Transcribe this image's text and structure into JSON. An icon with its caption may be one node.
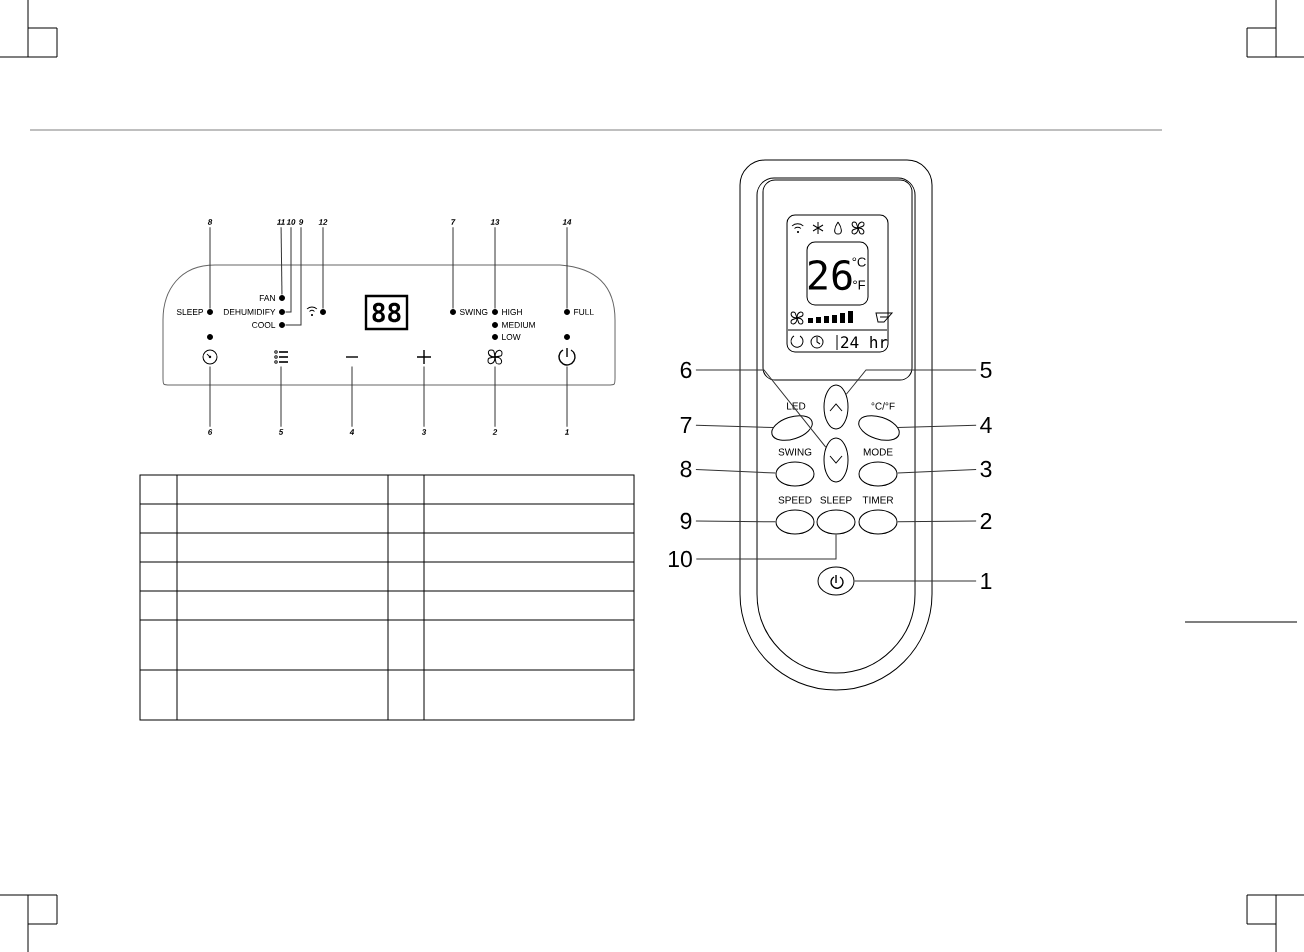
{
  "diagram": {
    "nodes": [
      {
        "text": [
          "8"
        ]
      },
      {
        "text": [
          "11"
        ]
      },
      {
        "text": [
          "10"
        ]
      },
      {
        "text": [
          "9"
        ]
      },
      {
        "text": [
          "12"
        ]
      },
      {
        "text": [
          "7"
        ]
      },
      {
        "text": [
          "13"
        ]
      },
      {
        "text": [
          "14"
        ]
      },
      {
        "text": [],
        "shape": "circle",
        "beside": [
          "SLEEP"
        ]
      },
      {
        "text": [],
        "shape": "circle",
        "beside": [
          "FAN"
        ]
      },
      {
        "text": [],
        "shape": "circle",
        "beside": [
          "DEHUMIDIFY"
        ]
      },
      {
        "text": [],
        "shape": "circle",
        "beside": [
          "COOL"
        ]
      },
      {
        "text": [],
        "shape": "circle"
      },
      {
        "text": [],
        "shape": "circle",
        "beside": [
          "SWING"
        ]
      },
      {
        "text": [],
        "shape": "circle",
        "beside": [
          "HIGH"
        ]
      },
      {
        "text": [],
        "shape": "circle",
        "beside": [
          "MEDIUM"
        ]
      },
      {
        "text": [],
        "shape": "circle",
        "beside": [
          "LOW"
        ]
      },
      {
        "text": [],
        "shape": "circle",
        "beside": [
          "FULL"
        ]
      },
      {
        "text": [],
        "shape": "circle"
      },
      {
        "text": [],
        "shape": "circle"
      },
      {
        "text": [],
        "shape": "icon"
      },
      {
        "text": [],
        "shape": "icon"
      },
      {
        "text": [],
        "shape": "icon"
      },
      {
        "text": [],
        "shape": "icon"
      },
      {
        "text": [],
        "shape": "icon"
      },
      {
        "text": [],
        "shape": "icon"
      },
      {
        "text": [
          "6"
        ]
      },
      {
        "text": [
          "5"
        ]
      },
      {
        "text": [
          "4"
        ]
      },
      {
        "text": [
          "3"
        ]
      },
      {
        "text": [
          "2"
        ]
      },
      {
        "text": [
          "1"
        ]
      },
      {
        "text": [
          "6"
        ]
      },
      {
        "text": [
          "5"
        ]
      },
      {
        "text": [
          "LED"
        ]
      },
      {
        "text": [],
        "shape": "ellipse"
      },
      {
        "text": [
          "°C/°F"
        ]
      },
      {
        "text": [
          "7"
        ]
      },
      {
        "text": [
          "4"
        ]
      },
      {
        "text": [],
        "shape": "ellipse"
      },
      {
        "text": [
          "SWING"
        ]
      },
      {
        "text": [
          "MODE"
        ]
      },
      {
        "text": [
          "8"
        ]
      },
      {
        "text": [
          "3"
        ]
      },
      {
        "text": [
          "SPEED"
        ]
      },
      {
        "text": [
          "SLEEP"
        ]
      },
      {
        "text": [
          "TIMER"
        ]
      },
      {
        "text": [
          "9"
        ]
      },
      {
        "text": [
          "2"
        ]
      },
      {
        "text": [
          "10"
        ]
      },
      {
        "text": [],
        "shape": "ellipse"
      },
      {
        "text": [
          "1"
        ]
      }
    ],
    "edges": [
      {
        "from": 0,
        "to": 8,
        "arrow": "none"
      },
      {
        "from": 1,
        "to": 9,
        "arrow": "none"
      },
      {
        "from": 2,
        "to": 10,
        "arrow": "none"
      },
      {
        "from": 3,
        "to": 11,
        "arrow": "none"
      },
      {
        "from": 4,
        "to": 12,
        "arrow": "none"
      },
      {
        "from": 5,
        "to": 13,
        "arrow": "none"
      },
      {
        "from": 6,
        "to": 14,
        "arrow": "none"
      },
      {
        "from": 7,
        "to": 17,
        "arrow": "none"
      },
      {
        "from": 26,
        "to": 20,
        "arrow": "none"
      },
      {
        "from": 27,
        "to": 21,
        "arrow": "none"
      },
      {
        "from": 28,
        "to": 22,
        "arrow": "none"
      },
      {
        "from": 29,
        "to": 23,
        "arrow": "none"
      },
      {
        "from": 30,
        "to": 24,
        "arrow": "none"
      },
      {
        "from": 31,
        "to": 25,
        "arrow": "none"
      },
      {
        "from": 32,
        "to": 39,
        "arrow": "none"
      },
      {
        "from": 33,
        "to": 35,
        "arrow": "none"
      },
      {
        "from": 37,
        "to": 34,
        "arrow": "none"
      },
      {
        "from": 38,
        "to": 36,
        "arrow": "none"
      },
      {
        "from": 42,
        "to": 40,
        "arrow": "none"
      },
      {
        "from": 43,
        "to": 41,
        "arrow": "none"
      },
      {
        "from": 47,
        "to": 44,
        "arrow": "none"
      },
      {
        "from": 48,
        "to": 46,
        "arrow": "none"
      },
      {
        "from": 49,
        "to": 45,
        "arrow": "none"
      },
      {
        "from": 51,
        "to": 50,
        "arrow": "none"
      }
    ],
    "labels": [
      "88",
      "26",
      "°C",
      "°F",
      "24 hr"
    ]
  }
}
